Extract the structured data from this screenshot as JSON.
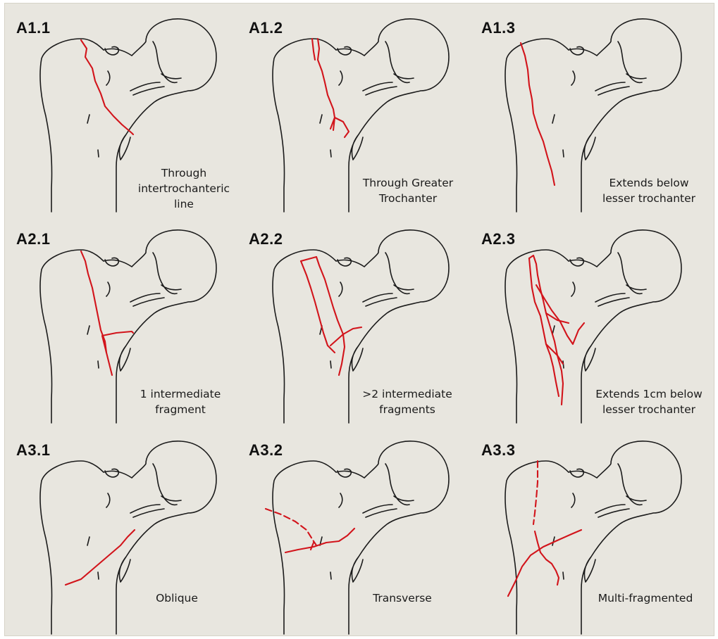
{
  "colors": {
    "background": "#e8e6df",
    "outline": "#1b1b1b",
    "fracture": "#d2141b"
  },
  "panels": [
    {
      "code": "A1.1",
      "lines": [
        "Through",
        "intertrochanteric",
        "line"
      ]
    },
    {
      "code": "A1.2",
      "lines": [
        "Through  Greater",
        "Trochanter"
      ]
    },
    {
      "code": "A1.3",
      "lines": [
        "Extends below",
        "lesser trochanter"
      ]
    },
    {
      "code": "A2.1",
      "lines": [
        "1 intermediate",
        "fragment"
      ]
    },
    {
      "code": "A2.2",
      "lines": [
        ">2 intermediate",
        "fragments"
      ]
    },
    {
      "code": "A2.3",
      "lines": [
        "Extends 1cm below",
        "lesser trochanter"
      ]
    },
    {
      "code": "A3.1",
      "lines": [
        "Oblique"
      ]
    },
    {
      "code": "A3.2",
      "lines": [
        "Transverse"
      ]
    },
    {
      "code": "A3.3",
      "lines": [
        "Multi-fragmented"
      ]
    }
  ]
}
